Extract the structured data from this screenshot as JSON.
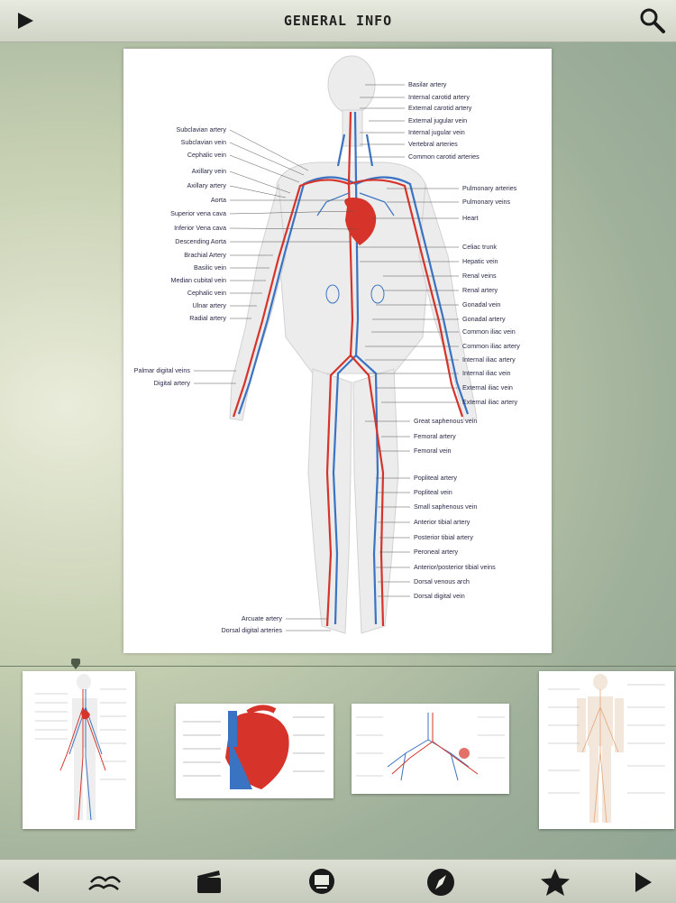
{
  "header": {
    "title": "GENERAL INFO",
    "play_icon": "play-icon",
    "search_icon": "search-icon"
  },
  "diagram": {
    "labels_left": [
      "Subclavian artery",
      "Subclavian vein",
      "Cephalic vein",
      "Axillary vein",
      "Axillary artery",
      "Aorta",
      "Superior vena cava",
      "Inferior Vena cava",
      "Descending Aorta",
      "Brachial Artery",
      "Basilic vein",
      "Median cubital vein",
      "Cephalic vein",
      "Ulnar artery",
      "Radial artery",
      "Palmar digital veins",
      "Digital artery",
      "Arcuate artery",
      "Dorsal digital arteries"
    ],
    "labels_right": [
      "Basilar artery",
      "Internal carotid artery",
      "External carotid artery",
      "External jugular vein",
      "Internal jugular vein",
      "Vertebral arteries",
      "Common carotid arteries",
      "Pulmonary arteries",
      "Pulmonary veins",
      "Heart",
      "Celiac trunk",
      "Hepatic vein",
      "Renal veins",
      "Renal artery",
      "Gonadal vein",
      "Gonadal artery",
      "Common iliac vein",
      "Common iliac artery",
      "Internal iliac artery",
      "Internal iliac vein",
      "External iliac vein",
      "External iliac artery",
      "Great saphenous vein",
      "Femoral artery",
      "Femoral vein",
      "Popliteal artery",
      "Popliteal vein",
      "Small saphenous vein",
      "Anterior tibial artery",
      "Posterior tibial artery",
      "Peroneal artery",
      "Anterior/posterior tibial veins",
      "Dorsal venous arch",
      "Dorsal digital vein"
    ]
  },
  "thumbnails": [
    {
      "name": "circulatory-system"
    },
    {
      "name": "heart-anatomy"
    },
    {
      "name": "pulmonary-circulation"
    },
    {
      "name": "nervous-system"
    }
  ],
  "toolbar": {
    "icons": [
      "back-arrow-icon",
      "birds-icon",
      "clapperboard-icon",
      "presentation-icon",
      "compass-icon",
      "star-icon",
      "forward-arrow-icon"
    ]
  },
  "colors": {
    "artery": "#d6342a",
    "vein": "#3a73c2",
    "accent": "#222222"
  }
}
